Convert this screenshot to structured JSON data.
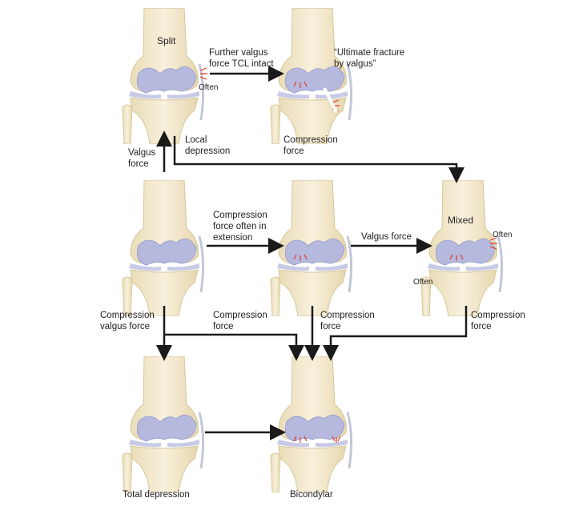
{
  "labels": {
    "split": "Split",
    "often_top": "Often",
    "further_valgus": "Further valgus\nforce TCL intact",
    "ultimate_fracture": "“Ultimate fracture\nby valgus”",
    "valgus_force_left": "Valgus\nforce",
    "local_depression": "Local\ndepression",
    "compression_force_top": "Compression\nforce",
    "compression_extension": "Compression\nforce often in\nextension",
    "valgus_force_mid": "Valgus force",
    "mixed": "Mixed",
    "often_mixed_right": "Often",
    "often_mixed_bottom": "Often",
    "compression_valgus": "Compression\nvalgus force",
    "compression_force_1": "Compression\nforce",
    "compression_force_2": "Compression\nforce",
    "compression_force_3": "Compression\nforce",
    "total_depression": "Total depression",
    "bicondylar": "Bicondylar"
  },
  "colors": {
    "bone": "#f1e6c8",
    "cartilage": "#b6b9de",
    "fracture": "#e0392b",
    "arrow": "#1a1a1a"
  }
}
